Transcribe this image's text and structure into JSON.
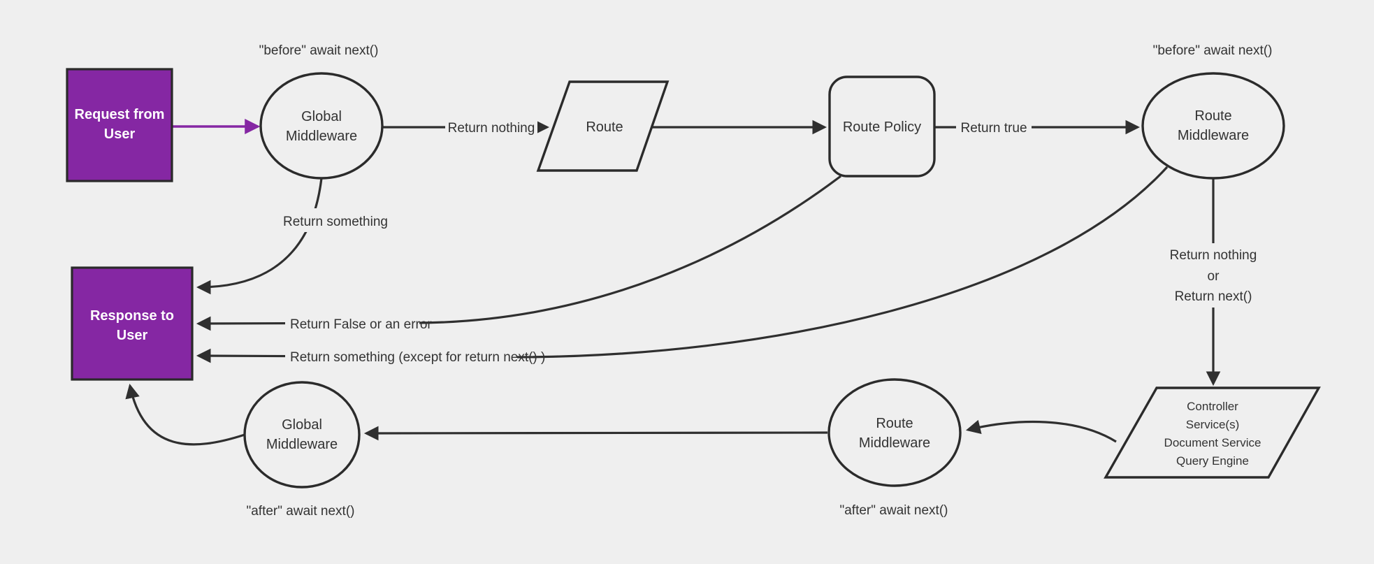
{
  "diagram": {
    "type": "flowchart",
    "colors": {
      "background": "#efefef",
      "edge_stroke": "#2f2f2f",
      "node_border": "#2b2b2b",
      "node_fill": "#efefef",
      "accent_purple": "#8527a3",
      "node_text": "#333333",
      "box_text": "#ffffff"
    },
    "nodes": {
      "request_from_user": {
        "shape": "rectangle",
        "line1": "Request from",
        "line2": "User"
      },
      "global_middleware_top": {
        "shape": "ellipse",
        "line1": "Global",
        "line2": "Middleware"
      },
      "route": {
        "shape": "parallelogram",
        "label": "Route"
      },
      "route_policy": {
        "shape": "rounded-rectangle",
        "label": "Route Policy"
      },
      "route_middleware_top": {
        "shape": "ellipse",
        "line1": "Route",
        "line2": "Middleware"
      },
      "controller_stack": {
        "shape": "parallelogram",
        "line1": "Controller",
        "line2": "Service(s)",
        "line3": "Document Service",
        "line4": "Query Engine"
      },
      "route_middleware_bottom": {
        "shape": "ellipse",
        "line1": "Route",
        "line2": "Middleware"
      },
      "global_middleware_bottom": {
        "shape": "ellipse",
        "line1": "Global",
        "line2": "Middleware"
      },
      "response_to_user": {
        "shape": "rectangle",
        "line1": "Response to",
        "line2": "User"
      }
    },
    "edge_labels": {
      "before_await_next_left": "\"before\" await next()",
      "before_await_next_right": "\"before\" await next()",
      "return_nothing": "Return nothing",
      "return_true": "Return true",
      "return_something": "Return something",
      "return_false_or_error": "Return False or an error",
      "return_something_except": "Return something (except for return next() )",
      "return_nothing_or_line1": "Return nothing",
      "return_nothing_or_line2": "or",
      "return_nothing_or_line3": "Return next()",
      "after_await_next_left": "\"after\" await next()",
      "after_await_next_right": "\"after\" await next()"
    }
  }
}
